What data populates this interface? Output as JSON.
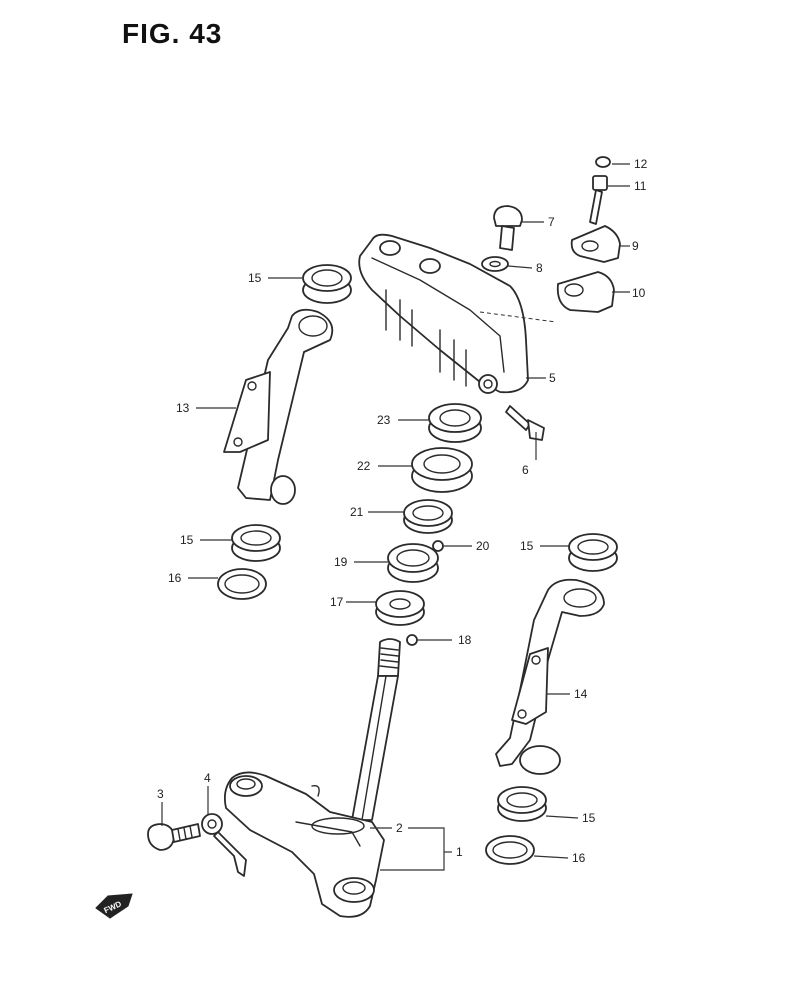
{
  "figure": {
    "title": "FIG. 43"
  },
  "labels": {
    "p1": "1",
    "p2": "2",
    "p3": "3",
    "p4": "4",
    "p5": "5",
    "p6": "6",
    "p7": "7",
    "p8": "8",
    "p9": "9",
    "p10": "10",
    "p11": "11",
    "p12": "12",
    "p13": "13",
    "p14": "14",
    "p15a": "15",
    "p15b": "15",
    "p15c": "15",
    "p15d": "15",
    "p16a": "16",
    "p16b": "16",
    "p17": "17",
    "p18": "18",
    "p19": "19",
    "p20": "20",
    "p21": "21",
    "p22": "22",
    "p23": "23"
  },
  "badge": {
    "text": "FWD"
  }
}
